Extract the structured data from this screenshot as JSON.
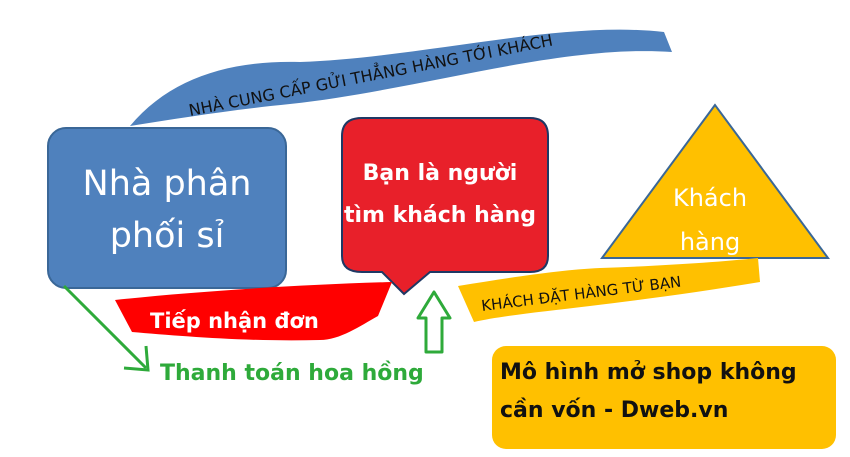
{
  "nodes": {
    "distributor": "Nhà phân phối sỉ",
    "distributor_lines": [
      "Nhà phân",
      "phối sỉ"
    ],
    "you": "Bạn là người tìm khách hàng",
    "you_lines": [
      "Bạn là người",
      "tìm khách hàng"
    ],
    "customer": "Khách hàng",
    "customer_lines": [
      "Khách",
      "hàng"
    ]
  },
  "banners": {
    "supplier_ships": "NHÀ CUNG CẤP GỬI THẲNG HÀNG TỚI KHÁCH",
    "customer_orders": "KHÁCH ĐẶT HÀNG TỪ BẠN",
    "receive_order": "Tiếp nhận đơn",
    "commission": "Thanh toán hoa hồng"
  },
  "note": {
    "lines": [
      "Mô hình mở shop không",
      "cần vốn - Dweb.vn"
    ]
  },
  "colors": {
    "blue": "#4f81bd",
    "red": "#e8202a",
    "orange": "#ffc000",
    "green": "#2eaa3a"
  }
}
